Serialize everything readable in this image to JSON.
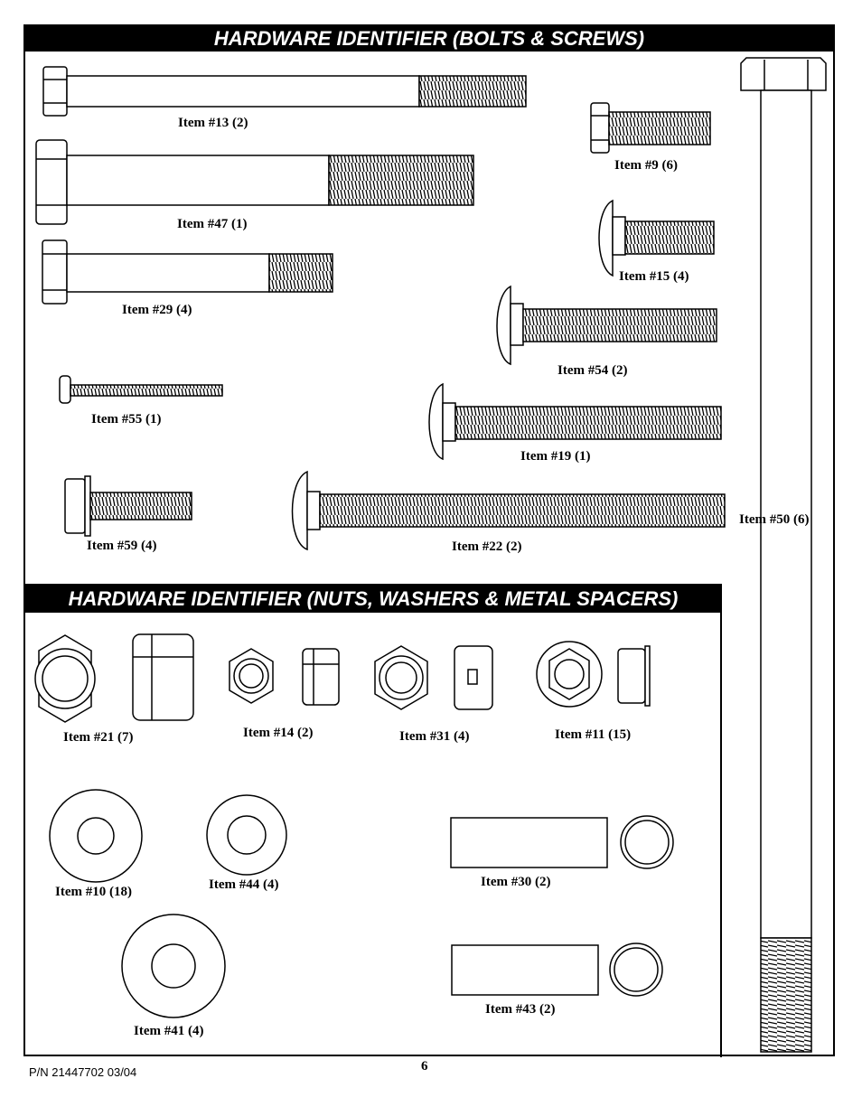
{
  "headers": {
    "bolts": "HARDWARE IDENTIFIER (BOLTS & SCREWS)",
    "nuts": "HARDWARE IDENTIFIER (NUTS, WASHERS & METAL SPACERS)"
  },
  "items": {
    "i13": "Item #13 (2)",
    "i47": "Item #47 (1)",
    "i29": "Item #29 (4)",
    "i55": "Item #55 (1)",
    "i59": "Item #59 (4)",
    "i9": "Item #9 (6)",
    "i15": "Item #15 (4)",
    "i54": "Item #54 (2)",
    "i19": "Item #19 (1)",
    "i22": "Item #22 (2)",
    "i50": "Item #50 (6)",
    "i21": "Item #21 (7)",
    "i14": "Item #14 (2)",
    "i31": "Item #31 (4)",
    "i11": "Item #11 (15)",
    "i10": "Item #10 (18)",
    "i44": "Item #44 (4)",
    "i41": "Item #41 (4)",
    "i30": "Item #30 (2)",
    "i43": "Item #43 (2)"
  },
  "footer": {
    "part_number": "P/N 21447702   03/04",
    "page": "6"
  }
}
